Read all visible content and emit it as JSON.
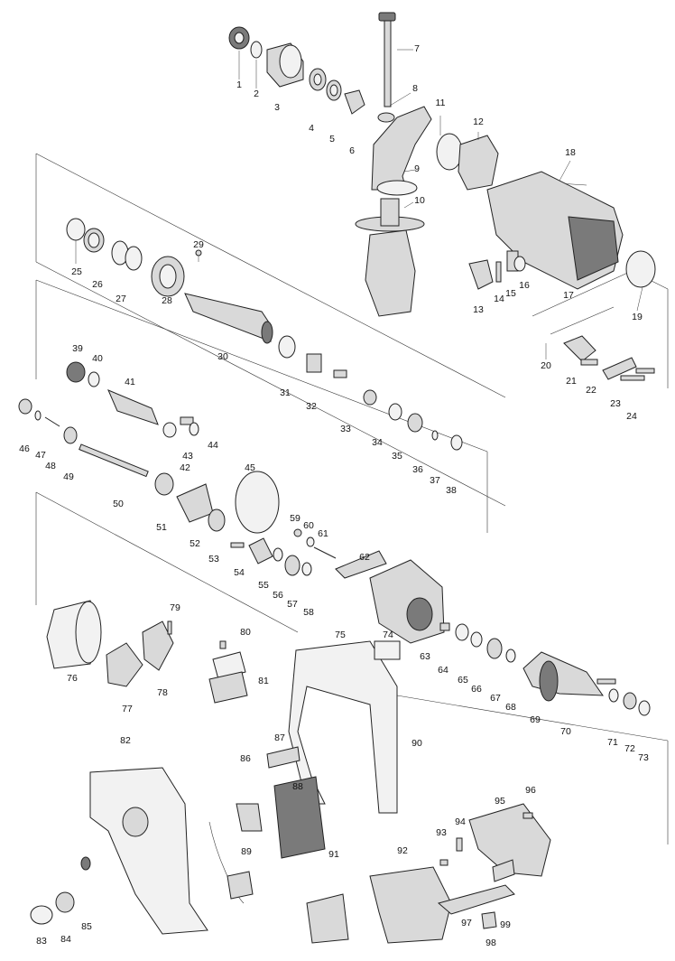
{
  "labels": [
    "1",
    "2",
    "3",
    "4",
    "5",
    "6",
    "7",
    "8",
    "9",
    "10",
    "11",
    "12",
    "13",
    "14",
    "15",
    "16",
    "17",
    "18",
    "19",
    "20",
    "21",
    "22",
    "23",
    "24",
    "25",
    "26",
    "27",
    "28",
    "29",
    "30",
    "31",
    "32",
    "33",
    "34",
    "35",
    "36",
    "37",
    "38",
    "39",
    "40",
    "41",
    "42",
    "43",
    "44",
    "45",
    "46",
    "47",
    "48",
    "49",
    "50",
    "51",
    "52",
    "53",
    "54",
    "55",
    "56",
    "57",
    "58",
    "59",
    "60",
    "61",
    "62",
    "63",
    "64",
    "65",
    "66",
    "67",
    "68",
    "69",
    "70",
    "71",
    "72",
    "73",
    "74",
    "75",
    "76",
    "77",
    "78",
    "79",
    "80",
    "81",
    "82",
    "83",
    "84",
    "85",
    "86",
    "87",
    "88",
    "89",
    "90",
    "91",
    "92",
    "93",
    "94",
    "95",
    "96",
    "97",
    "98",
    "99"
  ]
}
